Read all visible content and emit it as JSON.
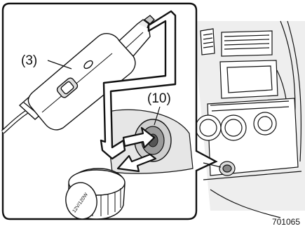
{
  "callouts": {
    "plug_label": "(3)",
    "socket_label": "(10)"
  },
  "cap_marking": "12V/120W",
  "figure_id": "701065",
  "colors": {
    "line": "#111111",
    "inset_fill": "#ffffff",
    "interior_shade": "#d9d9d9",
    "arrow_fill": "#ffffff"
  }
}
